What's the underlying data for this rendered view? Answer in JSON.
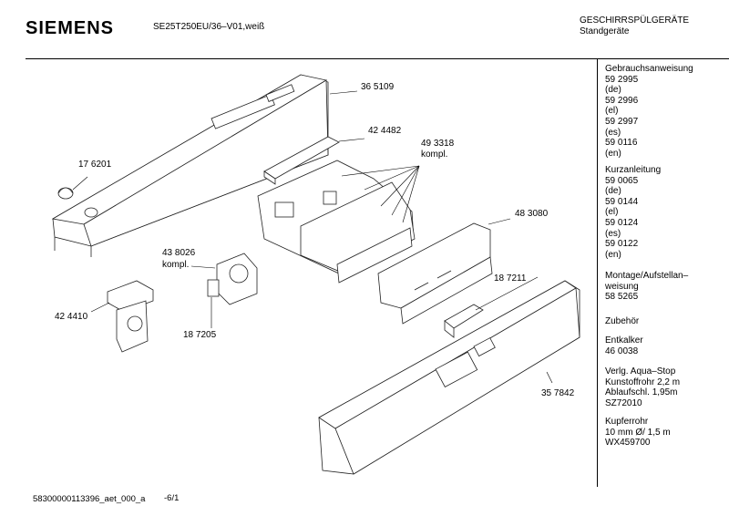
{
  "header": {
    "brand": "SIEMENS",
    "model": "SE25T250EU/36–V01,weiß",
    "category": "GESCHIRRSPÜLGERÄTE",
    "subcategory": "Standgeräte"
  },
  "parts": [
    {
      "id": "365109",
      "label": "36 5109"
    },
    {
      "id": "424482",
      "label": "42 4482"
    },
    {
      "id": "493318",
      "label": "49 3318"
    },
    {
      "id": "493318_sub",
      "label": "kompl."
    },
    {
      "id": "176201",
      "label": "17 6201"
    },
    {
      "id": "483080",
      "label": "48 3080"
    },
    {
      "id": "438026",
      "label": "43 8026"
    },
    {
      "id": "438026_sub",
      "label": "kompl."
    },
    {
      "id": "187211",
      "label": "18 7211"
    },
    {
      "id": "424410",
      "label": "42 4410"
    },
    {
      "id": "187205",
      "label": "18 7205"
    },
    {
      "id": "357842",
      "label": "35 7842"
    }
  ],
  "sidebar": {
    "manual": [
      "Gebrauchsanweisung",
      "59 2995",
      "(de)",
      "59 2996",
      "(el)",
      "59 2997",
      "(es)",
      "59 0116",
      "(en)"
    ],
    "short_guide": [
      "Kurzanleitung",
      "59 0065",
      "(de)",
      "59 0144",
      "(el)",
      "59 0124",
      "(es)",
      "59 0122",
      "(en)"
    ],
    "install": [
      "Montage/Aufstellan–",
      "weisung",
      "58 5265"
    ],
    "accessories": [
      "Zubehör"
    ],
    "descaler": [
      "Entkalker",
      "46 0038"
    ],
    "aquastop": [
      "Verlg. Aqua–Stop",
      "Kunstoffrohr 2,2 m",
      "Ablaufschl. 1,95m",
      "SZ72010"
    ],
    "copper": [
      "Kupferrohr",
      "10 mm Ø/ 1,5 m",
      "WX459700"
    ]
  },
  "footer": {
    "code": "58300000113396_aet_000_a",
    "page": "-6/1"
  }
}
